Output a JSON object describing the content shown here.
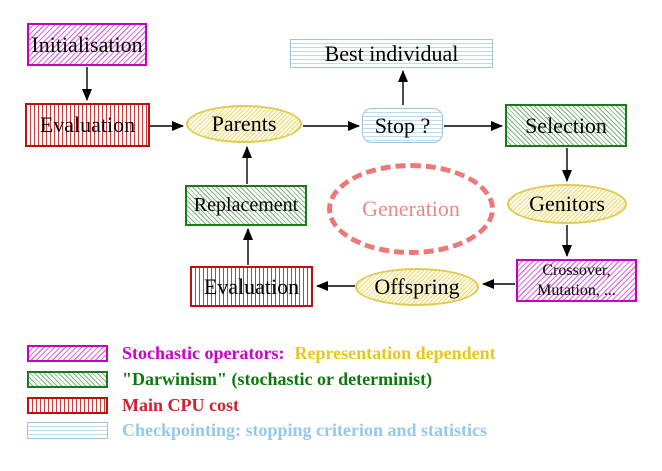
{
  "figure": {
    "description": "Evolutionary algorithm generation loop diagram",
    "background": "#ffffff"
  },
  "nodes": {
    "initialisation": {
      "label": "Initialisation",
      "style": "magenta-hatch"
    },
    "evaluation_top": {
      "label": "Evaluation",
      "style": "red-stripes"
    },
    "parents": {
      "label": "Parents",
      "style": "yellow-ellipse"
    },
    "best_individual": {
      "label": "Best individual",
      "style": "blue-stripes"
    },
    "stop": {
      "label": "Stop ?",
      "style": "blue-stripes-rounded"
    },
    "selection": {
      "label": "Selection",
      "style": "green-hatch"
    },
    "genitors": {
      "label": "Genitors",
      "style": "yellow-ellipse"
    },
    "crossover": {
      "line1": "Crossover,",
      "line2": "Mutation, ...",
      "style": "magenta-hatch"
    },
    "offspring": {
      "label": "Offspring",
      "style": "yellow-ellipse"
    },
    "evaluation_bottom": {
      "label": "Evaluation",
      "style": "red-stripes"
    },
    "replacement": {
      "label": "Replacement",
      "style": "green-hatch"
    },
    "generation": {
      "label": "Generation",
      "style": "dashed-ellipse"
    }
  },
  "edges": [
    {
      "from": "initialisation",
      "to": "evaluation_top"
    },
    {
      "from": "evaluation_top",
      "to": "parents"
    },
    {
      "from": "parents",
      "to": "stop"
    },
    {
      "from": "stop",
      "to": "best_individual"
    },
    {
      "from": "stop",
      "to": "selection"
    },
    {
      "from": "selection",
      "to": "genitors"
    },
    {
      "from": "genitors",
      "to": "crossover"
    },
    {
      "from": "crossover",
      "to": "offspring"
    },
    {
      "from": "offspring",
      "to": "evaluation_bottom"
    },
    {
      "from": "evaluation_bottom",
      "to": "replacement"
    },
    {
      "from": "replacement",
      "to": "parents"
    }
  ],
  "legend": {
    "items": [
      {
        "swatch": "magenta-hatch",
        "segments": [
          {
            "text": "Stochastic operators:",
            "color": "#cc00cc"
          },
          {
            "text": "Representation dependent",
            "color": "#e8c71f"
          }
        ]
      },
      {
        "swatch": "green-hatch",
        "segments": [
          {
            "text": "\"Darwinism\" (stochastic or determinist)",
            "color": "#0b7a0b"
          }
        ]
      },
      {
        "swatch": "red-stripes",
        "segments": [
          {
            "text": "Main CPU cost",
            "color": "#cc2233"
          }
        ]
      },
      {
        "swatch": "blue-stripes",
        "segments": [
          {
            "text": "Checkpointing: stopping criterion and statistics",
            "color": "#96c8e8"
          }
        ]
      }
    ]
  },
  "colors": {
    "magenta_border": "#c400c4",
    "green_border": "#1c7a1c",
    "red_border": "#bb1111",
    "blue_border": "#9cc4da",
    "yellow_border": "#e0cb52",
    "salmon_dashed": "#ee7878",
    "arrow": "#000000"
  }
}
